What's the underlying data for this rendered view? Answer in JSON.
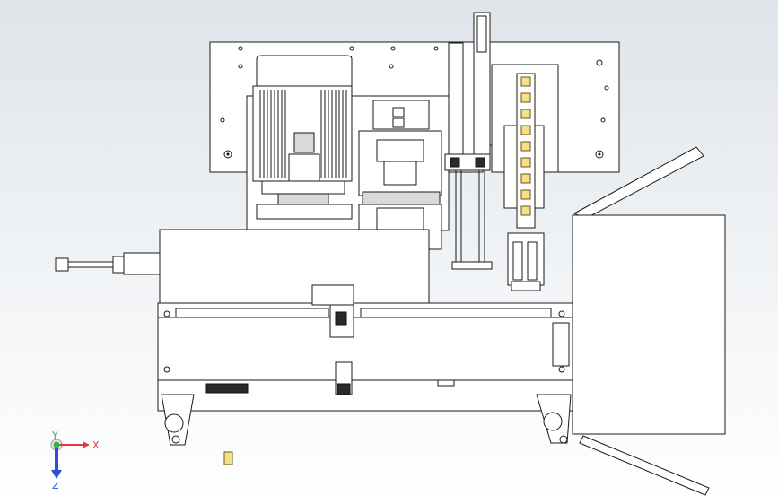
{
  "viewport": {
    "background_top": "#dfe4ea",
    "background_bottom": "#ffffff"
  },
  "triad": {
    "x_label": "X",
    "y_label": "Y",
    "z_label": "Z",
    "x_color": "#e23b3b",
    "y_color": "#35b34a",
    "z_color": "#2d4fd6"
  },
  "colors": {
    "line": "#1a1a1a",
    "accent_yellow": "#f2e08a",
    "dark_part": "#2a2a2a"
  }
}
